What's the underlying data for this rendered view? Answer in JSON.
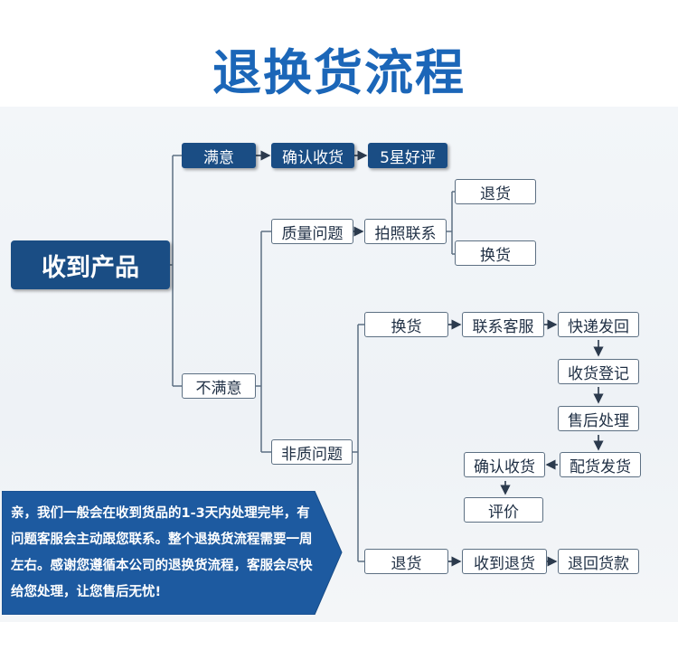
{
  "title": "退换货流程",
  "root": "收到产品",
  "branches": {
    "satisfied": {
      "label": "满意",
      "steps": [
        "确认收货",
        "5星好评"
      ]
    },
    "unsatisfied": {
      "label": "不满意",
      "quality": {
        "label": "质量问题",
        "action": "拍照联系",
        "options": [
          "退货",
          "换货"
        ]
      },
      "non_quality": {
        "label": "非质问题",
        "exchange": {
          "label": "换货",
          "steps": [
            "联系客服",
            "快递发回",
            "收货登记",
            "售后处理",
            "配货发货",
            "确认收货",
            "评价"
          ]
        },
        "refund": {
          "label": "退货",
          "steps": [
            "收到退货",
            "退回货款"
          ]
        }
      }
    }
  },
  "note": "亲，我们一般会在收到货品的1-3天内处理完毕，有问题客服会主动跟您联系。整个退换货流程需要一周左右。感谢您遵循本公司的退换货流程，客服会尽快给您处理，让您售后无忧!",
  "colors": {
    "accent": "#1b66b8",
    "navy": "#1a4d84",
    "line": "#5d7083"
  }
}
